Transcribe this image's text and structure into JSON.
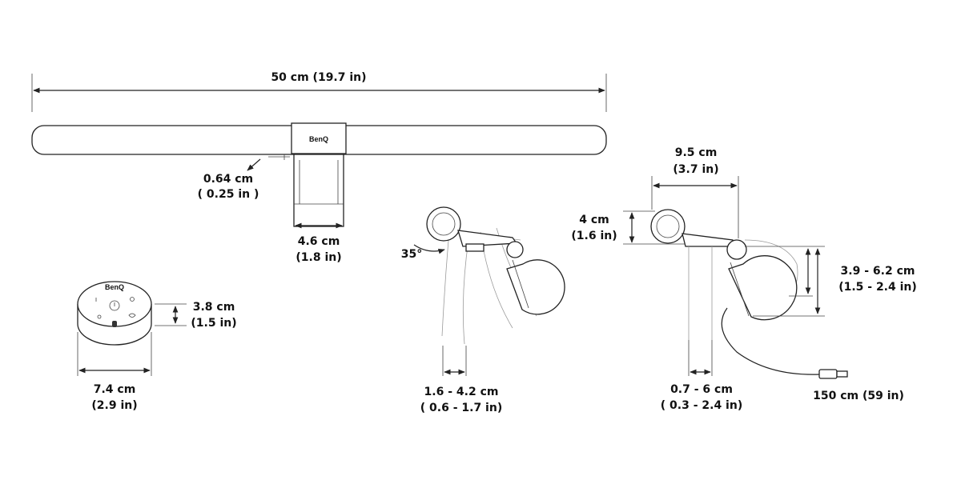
{
  "brand": "BenQ",
  "dimensions": {
    "bar_length": "50 cm (19.7 in)",
    "bar_thickness_cm": "0.64 cm",
    "bar_thickness_in": "( 0.25 in )",
    "clamp_width_cm": "4.6 cm",
    "clamp_width_in": "(1.8 in)",
    "remote_height_cm": "3.8 cm",
    "remote_height_in": "(1.5 in)",
    "remote_diameter_cm": "7.4 cm",
    "remote_diameter_in": "(2.9 in)",
    "tilt_angle": "35°",
    "monitor_thickness_a_cm": "1.6 - 4.2 cm",
    "monitor_thickness_a_in": "( 0.6 - 1.7 in)",
    "arm_length_cm": "9.5 cm",
    "arm_length_in": "(3.7 in)",
    "bar_height_cm": "4 cm",
    "bar_height_in": "(1.6 in)",
    "clip_range_cm": "3.9 - 6.2 cm",
    "clip_range_in": "(1.5 - 2.4 in)",
    "monitor_thickness_b_cm": "0.7 - 6 cm",
    "monitor_thickness_b_in": "( 0.3 - 2.4 in)",
    "cable_length": "150 cm (59 in)"
  }
}
